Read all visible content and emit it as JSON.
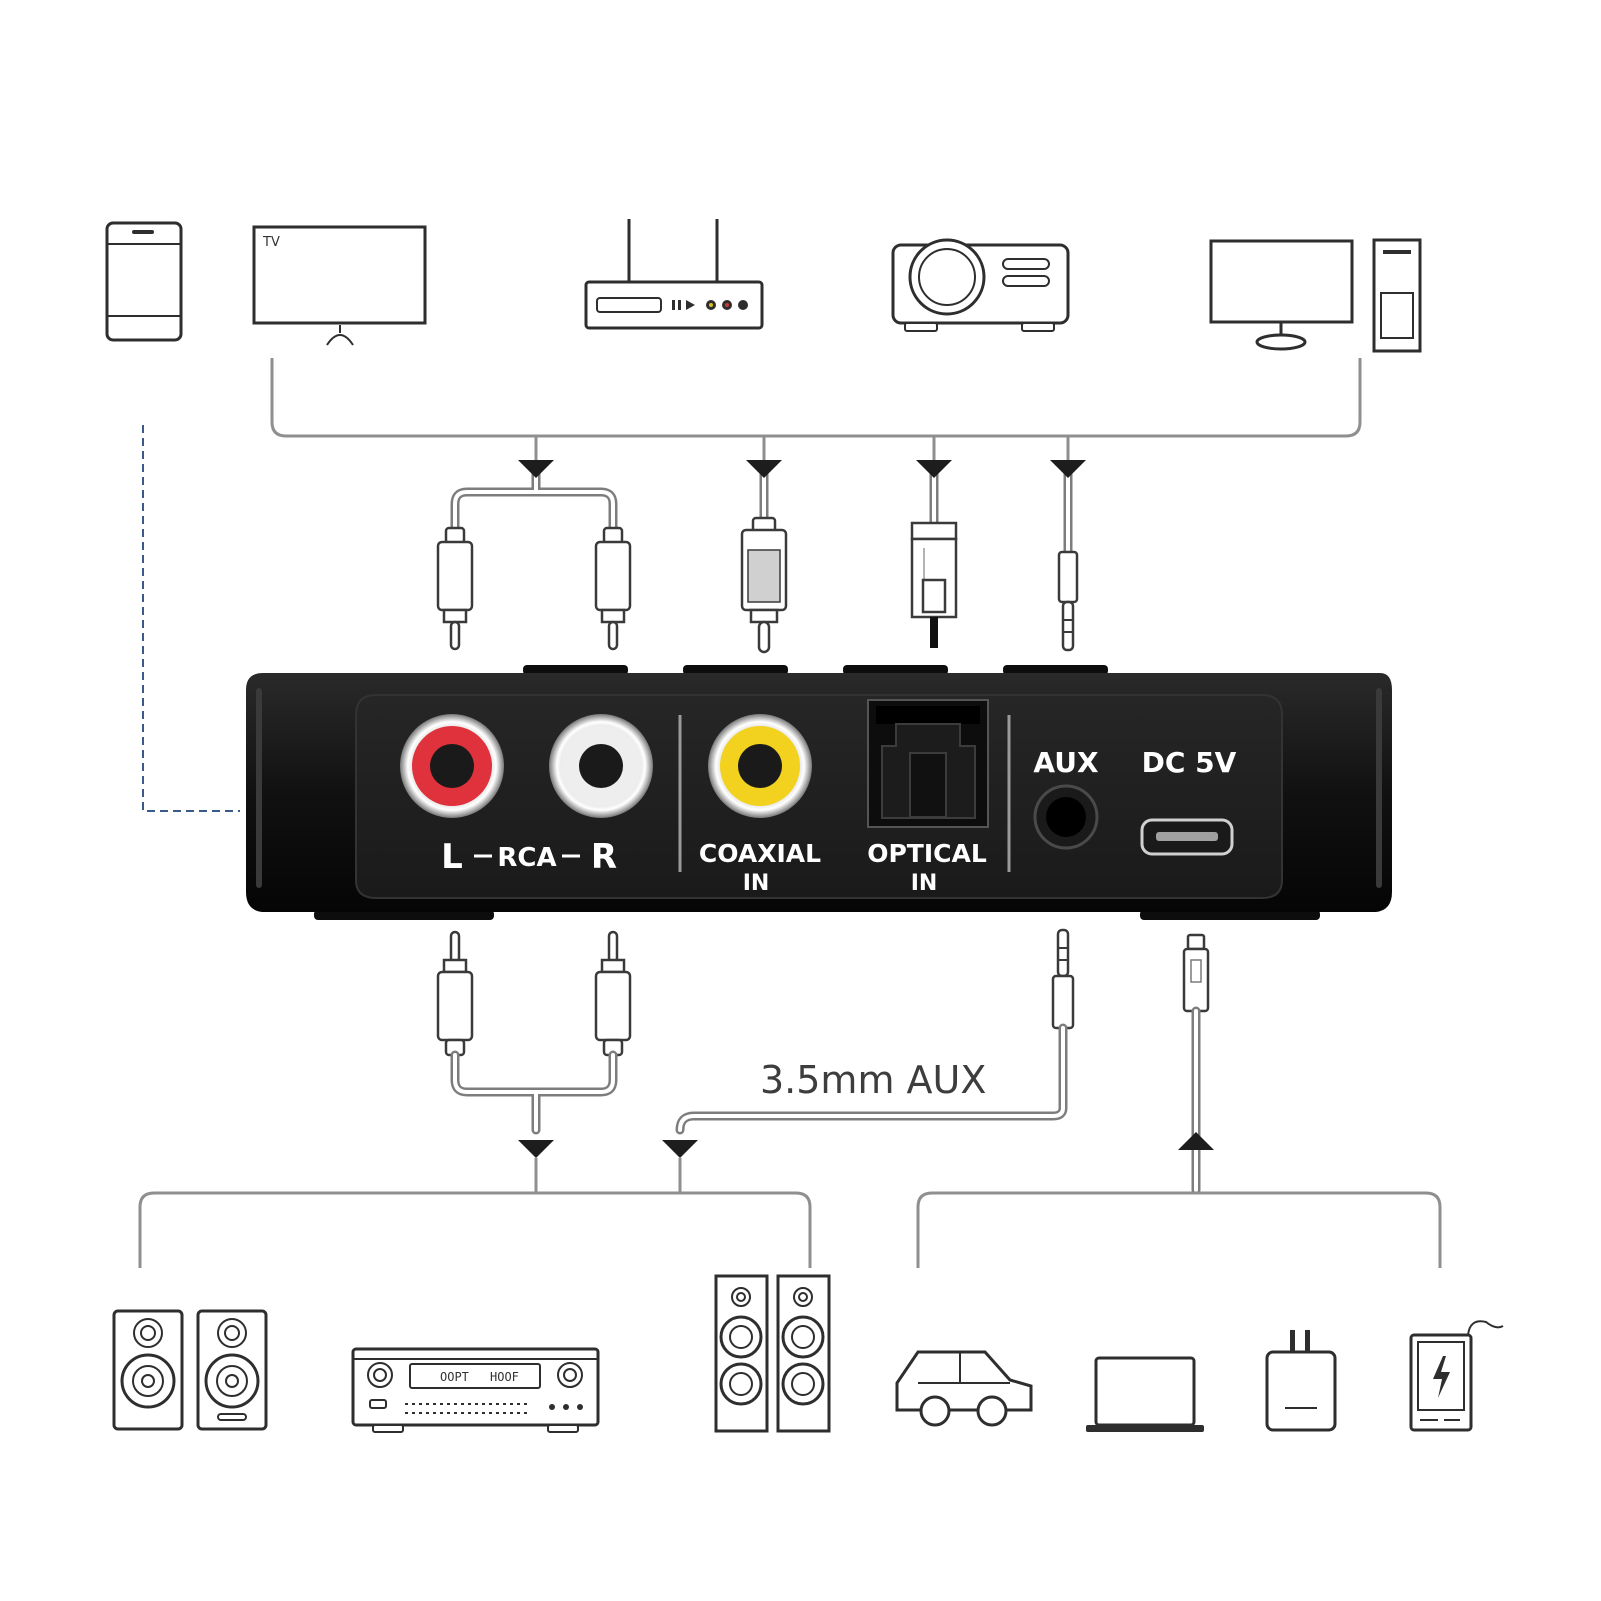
{
  "device": {
    "rca_left_label": "L",
    "rca_label": "RCA",
    "rca_right_label": "R",
    "coaxial_label_1": "COAXIAL",
    "coaxial_label_2": "IN",
    "optical_label_1": "OPTICAL",
    "optical_label_2": "IN",
    "aux_label": "AUX",
    "dc_label": "DC 5V"
  },
  "sources": {
    "tv_label": "TV"
  },
  "outputs": {
    "receiver_display_left": "OOPT",
    "receiver_display_right": "HOOF"
  },
  "cable_labels": {
    "aux_cable": "3.5mm AUX"
  },
  "colors": {
    "rca_left": "#e0323c",
    "rca_right": "#eeeeee",
    "coaxial": "#f2d21e",
    "device_body": "#111111",
    "connector_line": "#8f8f8f",
    "dashed_link": "#3a5a8a"
  }
}
